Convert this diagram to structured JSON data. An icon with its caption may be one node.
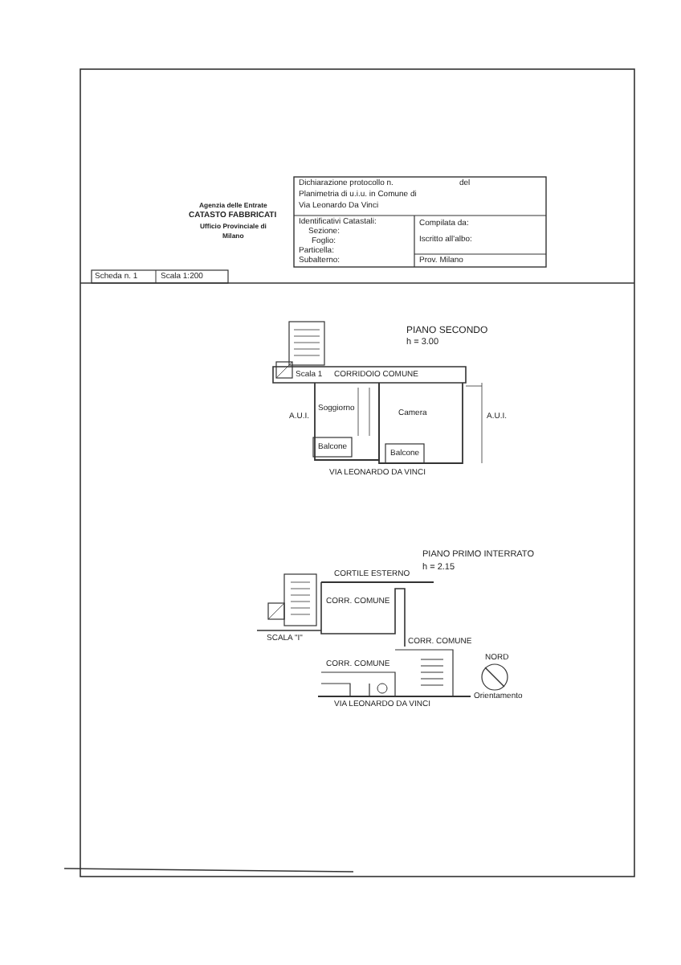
{
  "diagram": {
    "labels": [
      "Agenzia delle Entrate",
      "CATASTO FABBRICATI",
      "Ufficio Provinciale di",
      "Milano",
      "Dichiarazione protocollo n.",
      "del",
      "Planimetria di u.i.u. in Comune di",
      "Via Leonardo Da Vinci",
      "Identificativi Catastali:",
      "Sezione:",
      "Foglio:",
      "Particella:",
      "Subalterno:",
      "Compilata da:",
      "Iscritto all'albo:",
      "Prov. Milano",
      "Scheda n. 1",
      "Scala 1:200",
      "PIANO SECONDO",
      "h = 3.00",
      "Scala 1",
      "CORRIDOIO COMUNE",
      "Soggiorno",
      "Camera",
      "A.U.I.",
      "A.U.I.",
      "Balcone",
      "Balcone",
      "VIA LEONARDO DA VINCI",
      "PIANO PRIMO INTERRATO",
      "h = 2.15",
      "CORTILE ESTERNO",
      "SCALA \"I\"",
      "CORR. COMUNE",
      "CORR. COMUNE",
      "CORR. COMUNE",
      "NORD",
      "Orientamento",
      "VIA LEONARDO DA VINCI"
    ]
  }
}
